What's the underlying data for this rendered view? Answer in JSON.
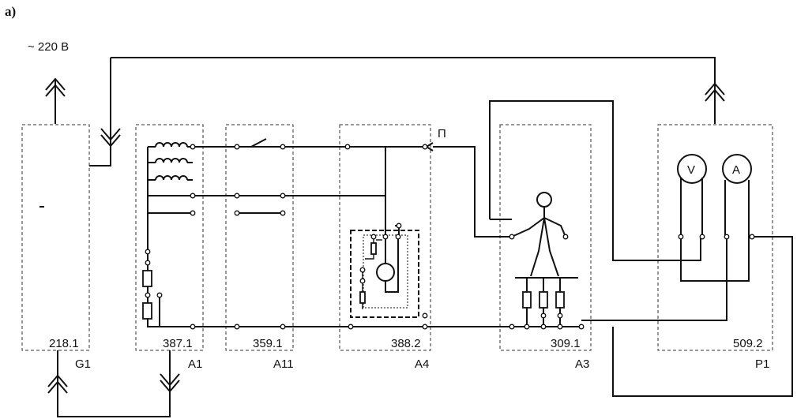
{
  "figure_label": "a)",
  "supply_label": "~ 220 B",
  "switch_label": "П",
  "modules": [
    {
      "code": "218.1",
      "name": "G1"
    },
    {
      "code": "387.1",
      "name": "A1"
    },
    {
      "code": "359.1",
      "name": "A11"
    },
    {
      "code": "388.2",
      "name": "A4"
    },
    {
      "code": "309.1",
      "name": "A3"
    },
    {
      "code": "509.2",
      "name": "P1"
    }
  ],
  "meters": [
    {
      "symbol": "V",
      "icon": "voltmeter-icon"
    },
    {
      "symbol": "A",
      "icon": "ammeter-icon"
    }
  ]
}
